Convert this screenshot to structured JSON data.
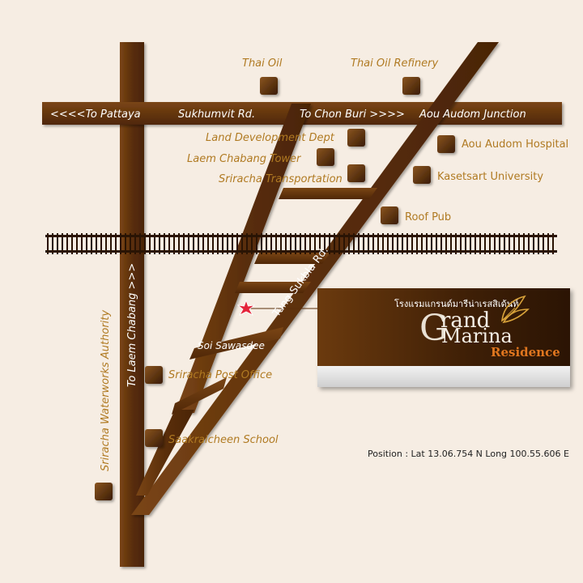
{
  "map": {
    "roads": {
      "sukhumvit_left": "<<<<To Pattaya",
      "sukhumvit_mid": "Sukhumvit Rd.",
      "sukhumvit_right": "To Chon Buri  >>>>",
      "junction": "Aou Audom Junction",
      "laem_chabang": "To Laem Chabang >>>",
      "tung_sukbla": "Tung Sukbla Rd.",
      "soi_sawasdee": "Soi Sawasdee"
    },
    "places": {
      "thai_oil": "Thai Oil",
      "thai_oil_refinery": "Thai Oil Refinery",
      "land_development": "Land Development Dept",
      "laem_chabang_tower": "Laem Chabang Tower",
      "sriracha_transportation": "Sriracha Transportation",
      "aou_audom_hospital": "Aou Audom Hospital",
      "kasetsart_university": "Kasetsart University",
      "roof_pub": "Roof Pub",
      "sriracha_post_office": "Sriracha Post Office",
      "saakraicheen_school": "Saakraicheen School",
      "sriracha_waterworks": "Sriracha Waterworks Authority"
    },
    "colors": {
      "road": "#5a2e0a",
      "road_light": "#8a5320",
      "label": "#b8862a",
      "background": "#f6ede3",
      "marker": "#e4243a"
    }
  },
  "hotel": {
    "thai_name": "โรงแรมแกรนด์มารีน่าเรสสิเด้นท์",
    "grand": "rand",
    "g": "G",
    "marina": "Marina",
    "residence": "Residence",
    "position": "Position : Lat 13.06.754 N Long 100.55.606 E"
  }
}
